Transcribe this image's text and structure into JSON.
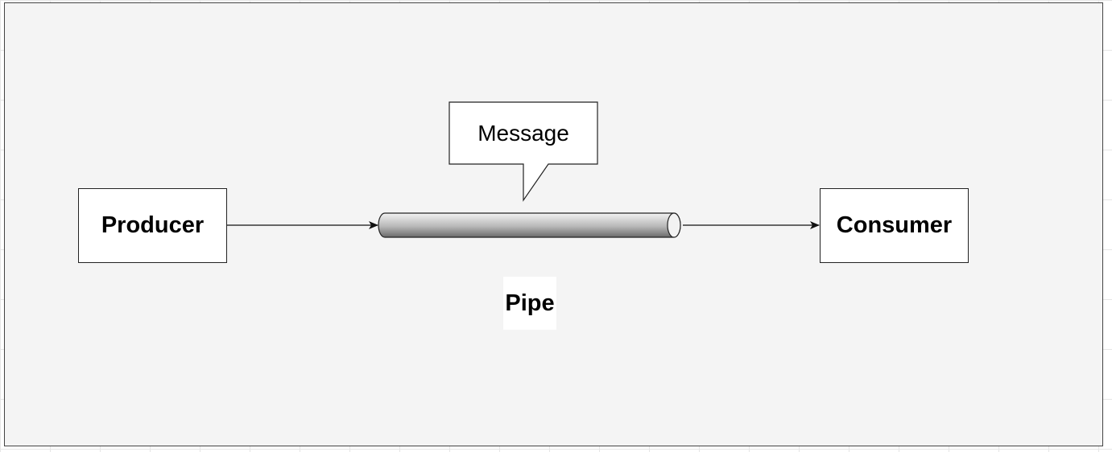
{
  "diagram": {
    "nodes": {
      "producer": "Producer",
      "consumer": "Consumer",
      "message": "Message",
      "pipe": "Pipe"
    },
    "edges": [
      {
        "from": "Producer",
        "to": "Pipe"
      },
      {
        "from": "Pipe",
        "to": "Consumer"
      }
    ]
  },
  "colors": {
    "background": "#f4f4f4",
    "stroke": "#222222",
    "pipe_dark": "#777777",
    "pipe_light": "#e8e8e8"
  }
}
